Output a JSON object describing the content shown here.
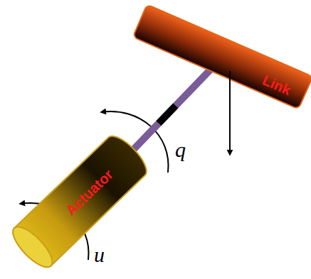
{
  "diagram": {
    "nodes": [
      {
        "text": [
          "Link"
        ]
      },
      {
        "text": [
          "Actuator"
        ]
      }
    ],
    "edges": [
      {
        "from": 1,
        "to": 0,
        "arrow": "none"
      }
    ],
    "labels": [
      "q",
      "u"
    ]
  }
}
